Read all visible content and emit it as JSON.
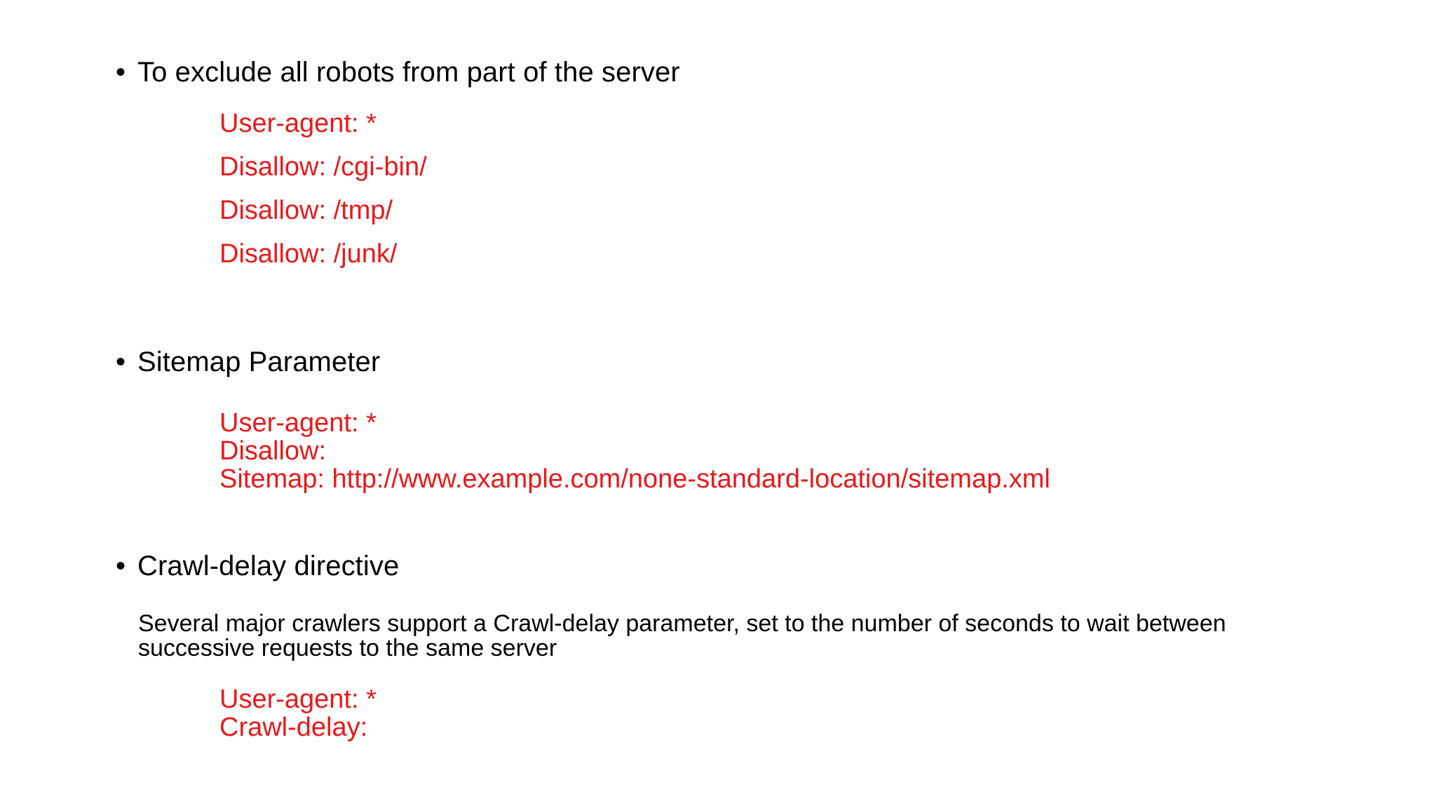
{
  "slide": {
    "background_color": "#ffffff",
    "text_color": "#000000",
    "accent_color": "#e8191b",
    "sections": [
      {
        "bullet_marker": "•",
        "heading": "To exclude all robots from part of the server",
        "code_lines": [
          "User-agent: *",
          "Disallow: /cgi-bin/",
          "Disallow: /tmp/",
          "Disallow: /junk/"
        ]
      },
      {
        "bullet_marker": "•",
        "heading": "Sitemap Parameter",
        "code_lines": [
          "User-agent: *",
          "Disallow:",
          "Sitemap: http://www.example.com/none-standard-location/sitemap.xml"
        ]
      },
      {
        "bullet_marker": "•",
        "heading": "Crawl-delay directive",
        "body": "Several major crawlers support a Crawl-delay parameter, set to the number of seconds to wait between successive requests to the same server",
        "code_lines": [
          "User-agent: *",
          "Crawl-delay:"
        ]
      }
    ]
  }
}
